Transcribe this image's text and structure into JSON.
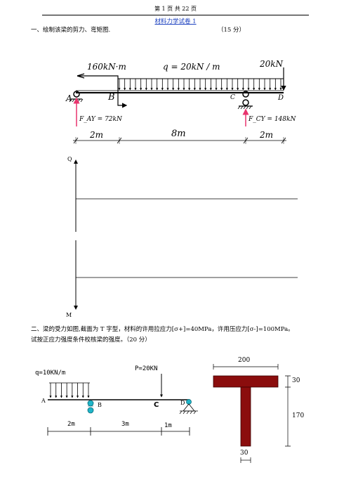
{
  "header": {
    "page_info": "第 1 页 共 22 页",
    "subtitle": "材料力学试卷 1"
  },
  "q1": {
    "prompt": "一、绘制该梁的剪力、弯矩图.",
    "score": "（15 分）",
    "moment_label": "160kN·m",
    "load_label": "q = 20kN / m",
    "force_label": "20kN",
    "point_a": "A",
    "point_b": "B",
    "point_c": "C",
    "point_d": "D",
    "reaction_a": "F_AY = 72kN",
    "reaction_c": "F_CY = 148kN",
    "dim_1": "2m",
    "dim_2": "8m",
    "dim_3": "2m",
    "axis_q": "Q",
    "axis_m": "M"
  },
  "q2": {
    "prompt_line1": "二、梁的受力如图,截面为 T 字型，材料的许用拉应力[σ+]=40MPa，许用压应力[σ-]=100MPa。",
    "prompt_line2": "试按正应力强度条件校核梁的强度。（20 分）",
    "load_label": "q=10KN/m",
    "force_label": "P=20KN",
    "point_a": "A",
    "point_b": "B",
    "point_c": "C",
    "point_d": "D",
    "dim_1": "2m",
    "dim_2": "3m",
    "dim_3": "1m",
    "tsec_width": "200",
    "tsec_flange": "30",
    "tsec_height": "170",
    "tsec_web": "30"
  },
  "colors": {
    "reaction": "#e8336d",
    "section": "#8b0d0d",
    "support": "#1fb5c9",
    "link": "#1a3fbf"
  }
}
